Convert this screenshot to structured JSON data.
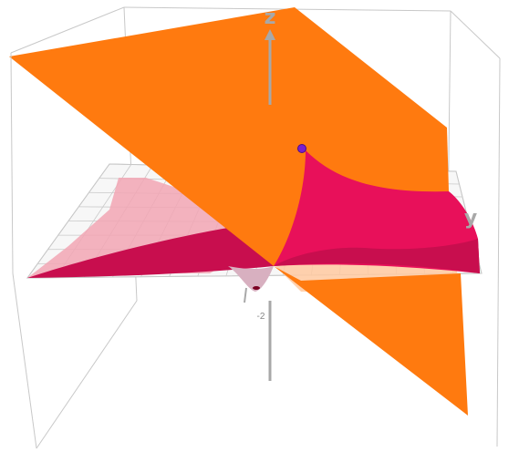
{
  "scene": {
    "axes": {
      "z_label": "z",
      "y_label": "y",
      "x_label": "x"
    },
    "tick_labels": {
      "z_axis_tick": "-2"
    },
    "colors": {
      "plane": "#FF7A0F",
      "plane_dark": "#F47000",
      "surface": "#E8105A",
      "surface_dark": "#C80E4E",
      "surface_light": "#F2A6B4",
      "surface_peach": "#FFC9A0",
      "grid": "#bdbdbd",
      "box": "#c8c8c8",
      "axis": "#a8a8a8",
      "point": "#7A1FD0"
    }
  }
}
